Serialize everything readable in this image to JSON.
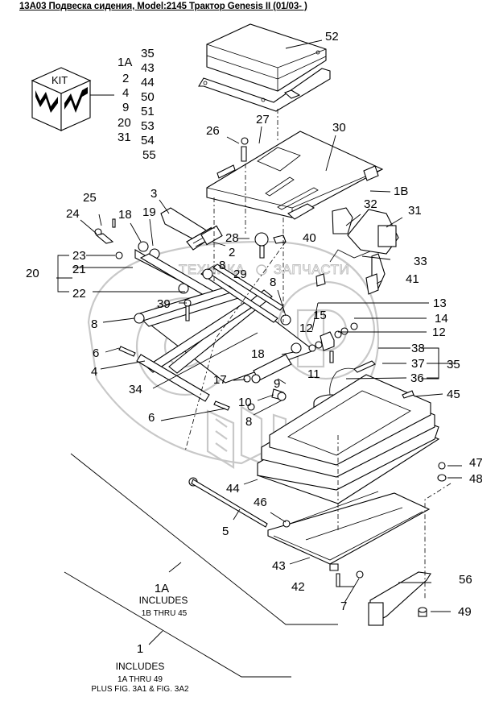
{
  "title": "13A03 Подвеска сидения, Model:2145 Трактор Genesis II (01/03- )",
  "watermark": {
    "left": "ТЕХНИКА",
    "right": "ЗАПЧАСТИ"
  },
  "kit": {
    "icon_label": "KIT",
    "column1": [
      "1A",
      "2",
      "4",
      "9",
      "20",
      "31"
    ],
    "column2": [
      "35",
      "43",
      "44",
      "50",
      "51",
      "53",
      "54",
      "55"
    ]
  },
  "callouts": {
    "c52": "52",
    "c27": "27",
    "c26": "26",
    "c30": "30",
    "c1B": "1B",
    "c3": "3",
    "c25": "25",
    "c24": "24",
    "c18a": "18",
    "c19": "19",
    "c32": "32",
    "c31": "31",
    "c28": "28",
    "c40": "40",
    "c2": "2",
    "c23": "23",
    "c21": "21",
    "c20": "20",
    "c22": "22",
    "c8a": "8",
    "c29": "29",
    "c33": "33",
    "c41": "41",
    "c8b": "8",
    "c39": "39",
    "c8c": "8",
    "c13": "13",
    "c15": "15",
    "c14": "14",
    "c12a": "12",
    "c12b": "12",
    "c6a": "6",
    "c18b": "18",
    "c38": "38",
    "c4": "4",
    "c37": "37",
    "c35": "35",
    "c11": "11",
    "c36": "36",
    "c17": "17",
    "c9": "9",
    "c34": "34",
    "c10": "10",
    "c45": "45",
    "c6b": "6",
    "c8d": "8",
    "c47": "47",
    "c48": "48",
    "c44": "44",
    "c46": "46",
    "c5": "5",
    "c43": "43",
    "c56": "56",
    "c42": "42",
    "c7": "7",
    "c49": "49"
  },
  "notes": {
    "assembly_1A": {
      "number": "1A",
      "line1": "INCLUDES",
      "line2": "1B THRU 45"
    },
    "assembly_1": {
      "number": "1",
      "line1": "INCLUDES",
      "line2": "1A THRU 49",
      "line3": "PLUS FIG. 3A1 & FIG. 3A2"
    }
  }
}
